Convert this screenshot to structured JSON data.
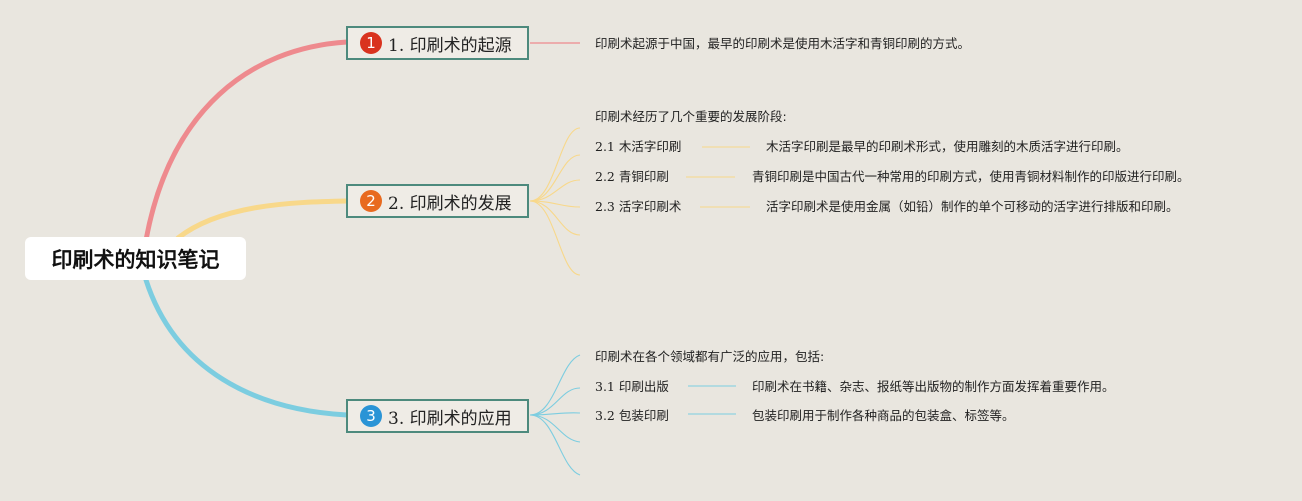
{
  "root": {
    "title": "印刷术的知识笔记"
  },
  "branches": [
    {
      "number": "1",
      "title": "1. 印刷术的起源",
      "badge_color": "#d9331f",
      "line_color": "#ee8a8e",
      "detail": "印刷术起源于中国，最早的印刷术是使用木活字和青铜印刷的方式。"
    },
    {
      "number": "2",
      "title": "2. 印刷术的发展",
      "badge_color": "#e86a1f",
      "line_color": "#f8d88a",
      "intro": "印刷术经历了几个重要的发展阶段:",
      "items": [
        {
          "label": "2.1 木活字印刷",
          "desc": "木活字印刷是最早的印刷术形式，使用雕刻的木质活字进行印刷。"
        },
        {
          "label": "2.2 青铜印刷",
          "desc": "青铜印刷是中国古代一种常用的印刷方式，使用青铜材料制作的印版进行印刷。"
        },
        {
          "label": "2.3 活字印刷术",
          "desc": "活字印刷术是使用金属（如铅）制作的单个可移动的活字进行排版和印刷。"
        }
      ]
    },
    {
      "number": "3",
      "title": "3. 印刷术的应用",
      "badge_color": "#2a94d6",
      "line_color": "#7ccde0",
      "intro": "印刷术在各个领域都有广泛的应用，包括:",
      "items": [
        {
          "label": "3.1 印刷出版",
          "desc": "印刷术在书籍、杂志、报纸等出版物的制作方面发挥着重要作用。"
        },
        {
          "label": "3.2 包装印刷",
          "desc": "包装印刷用于制作各种商品的包装盒、标签等。"
        }
      ]
    }
  ]
}
